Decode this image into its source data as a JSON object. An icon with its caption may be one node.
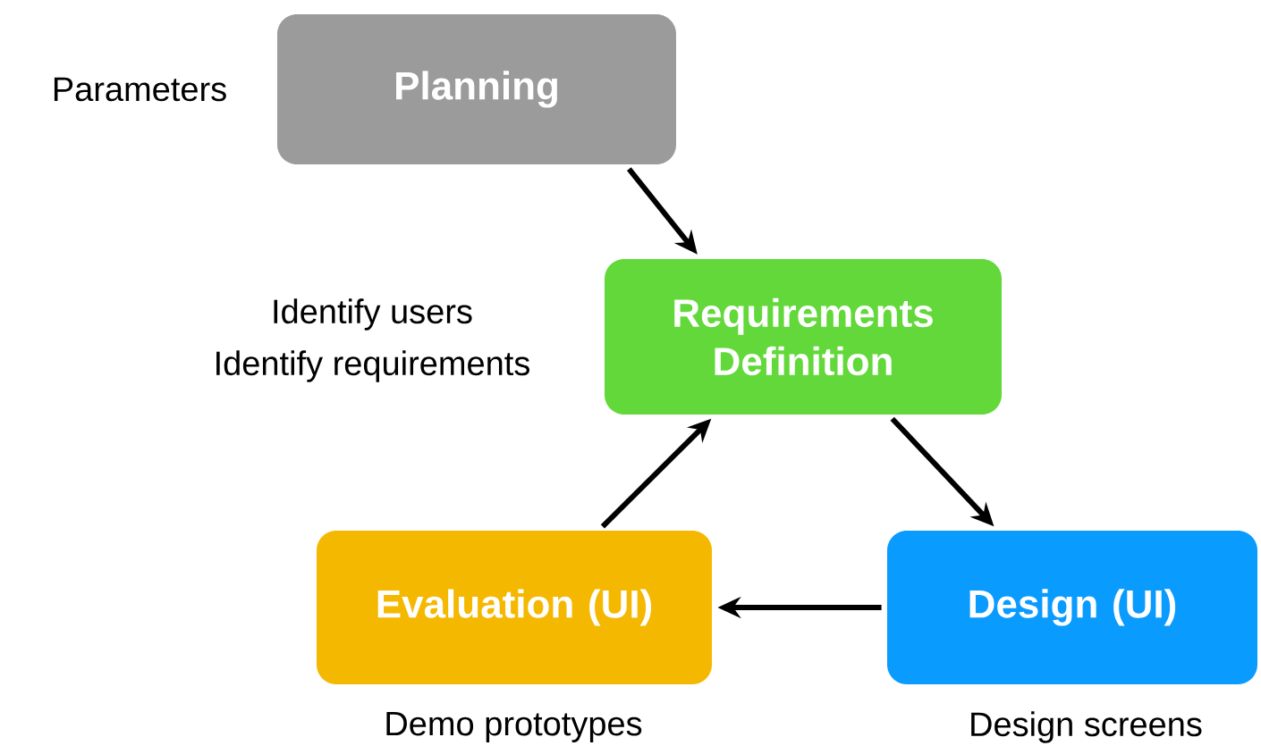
{
  "diagram": {
    "nodes": [
      {
        "text": [
          "Planning"
        ],
        "beside": [
          "Parameters"
        ]
      },
      {
        "text": [
          "Requirements Definition"
        ],
        "beside": [
          "Identify users",
          "Identify requirements"
        ]
      },
      {
        "text": [
          "Design (UI)"
        ],
        "beside": [
          "Design screens"
        ]
      },
      {
        "text": [
          "Evaluation (UI)"
        ],
        "beside": [
          "Demo prototypes"
        ]
      }
    ],
    "edges": [
      {
        "from": 0,
        "to": 1,
        "arrow": "to"
      },
      {
        "from": 1,
        "to": 2,
        "arrow": "to"
      },
      {
        "from": 2,
        "to": 3,
        "arrow": "to"
      },
      {
        "from": 3,
        "to": 1,
        "arrow": "to"
      }
    ]
  }
}
